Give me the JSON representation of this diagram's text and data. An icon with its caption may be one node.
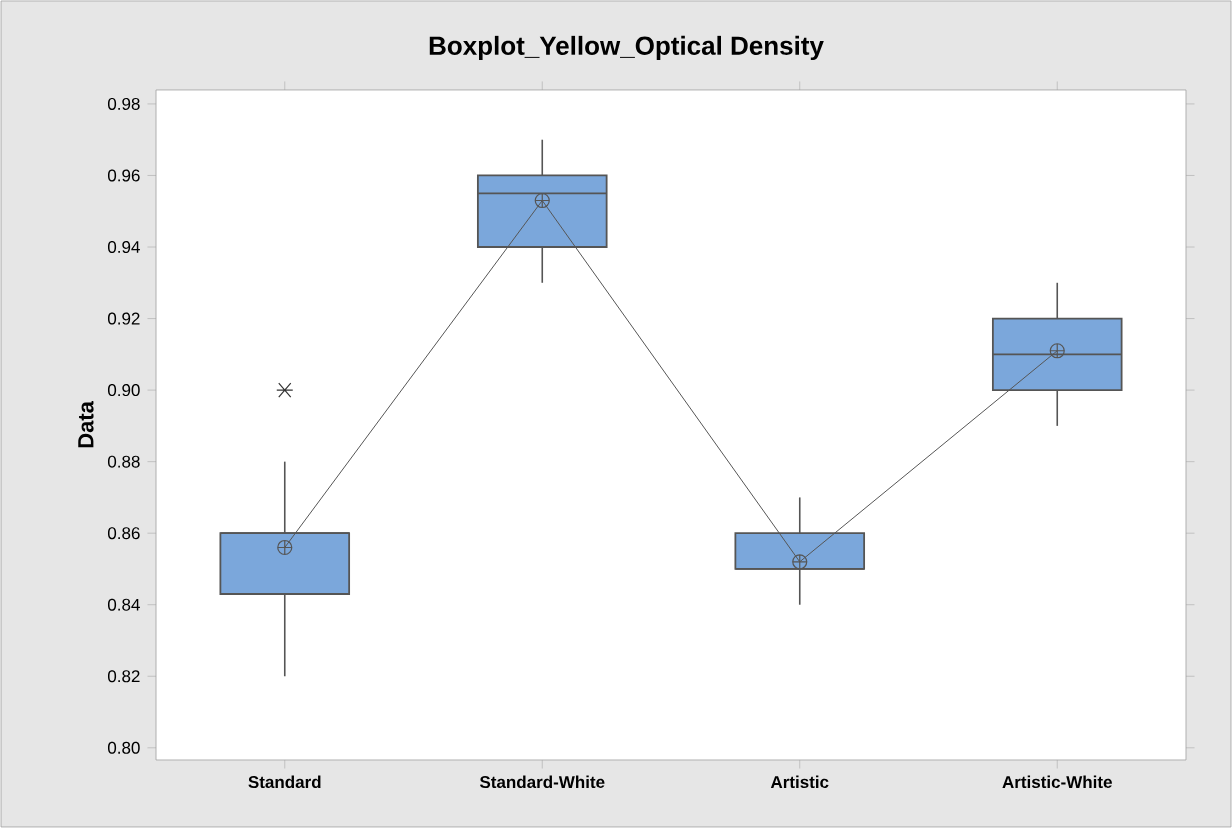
{
  "diagram": {
    "chart_data": {
      "type": "line",
      "title": "Boxplot_Yellow_Optical Density",
      "ylabel": "Data",
      "categories": [
        "Standard",
        "Standard-White",
        "Artistic",
        "Artistic-White"
      ],
      "series": [
        {
          "color": "#555555",
          "marker": "cross",
          "values": [
            0.856,
            0.953,
            0.852,
            0.911
          ]
        }
      ],
      "ylim": [
        0.7966,
        0.9839
      ],
      "yticks": [
        {
          "value": 0.8,
          "label": "0.80"
        },
        {
          "value": 0.82,
          "label": "0.82"
        },
        {
          "value": 0.84,
          "label": "0.84"
        },
        {
          "value": 0.86,
          "label": "0.86"
        },
        {
          "value": 0.88,
          "label": "0.88"
        },
        {
          "value": 0.9,
          "label": "0.90"
        },
        {
          "value": 0.92,
          "label": "0.92"
        },
        {
          "value": 0.94,
          "label": "0.94"
        },
        {
          "value": 0.96,
          "label": "0.96"
        },
        {
          "value": 0.98,
          "label": "0.98"
        }
      ]
    }
  }
}
